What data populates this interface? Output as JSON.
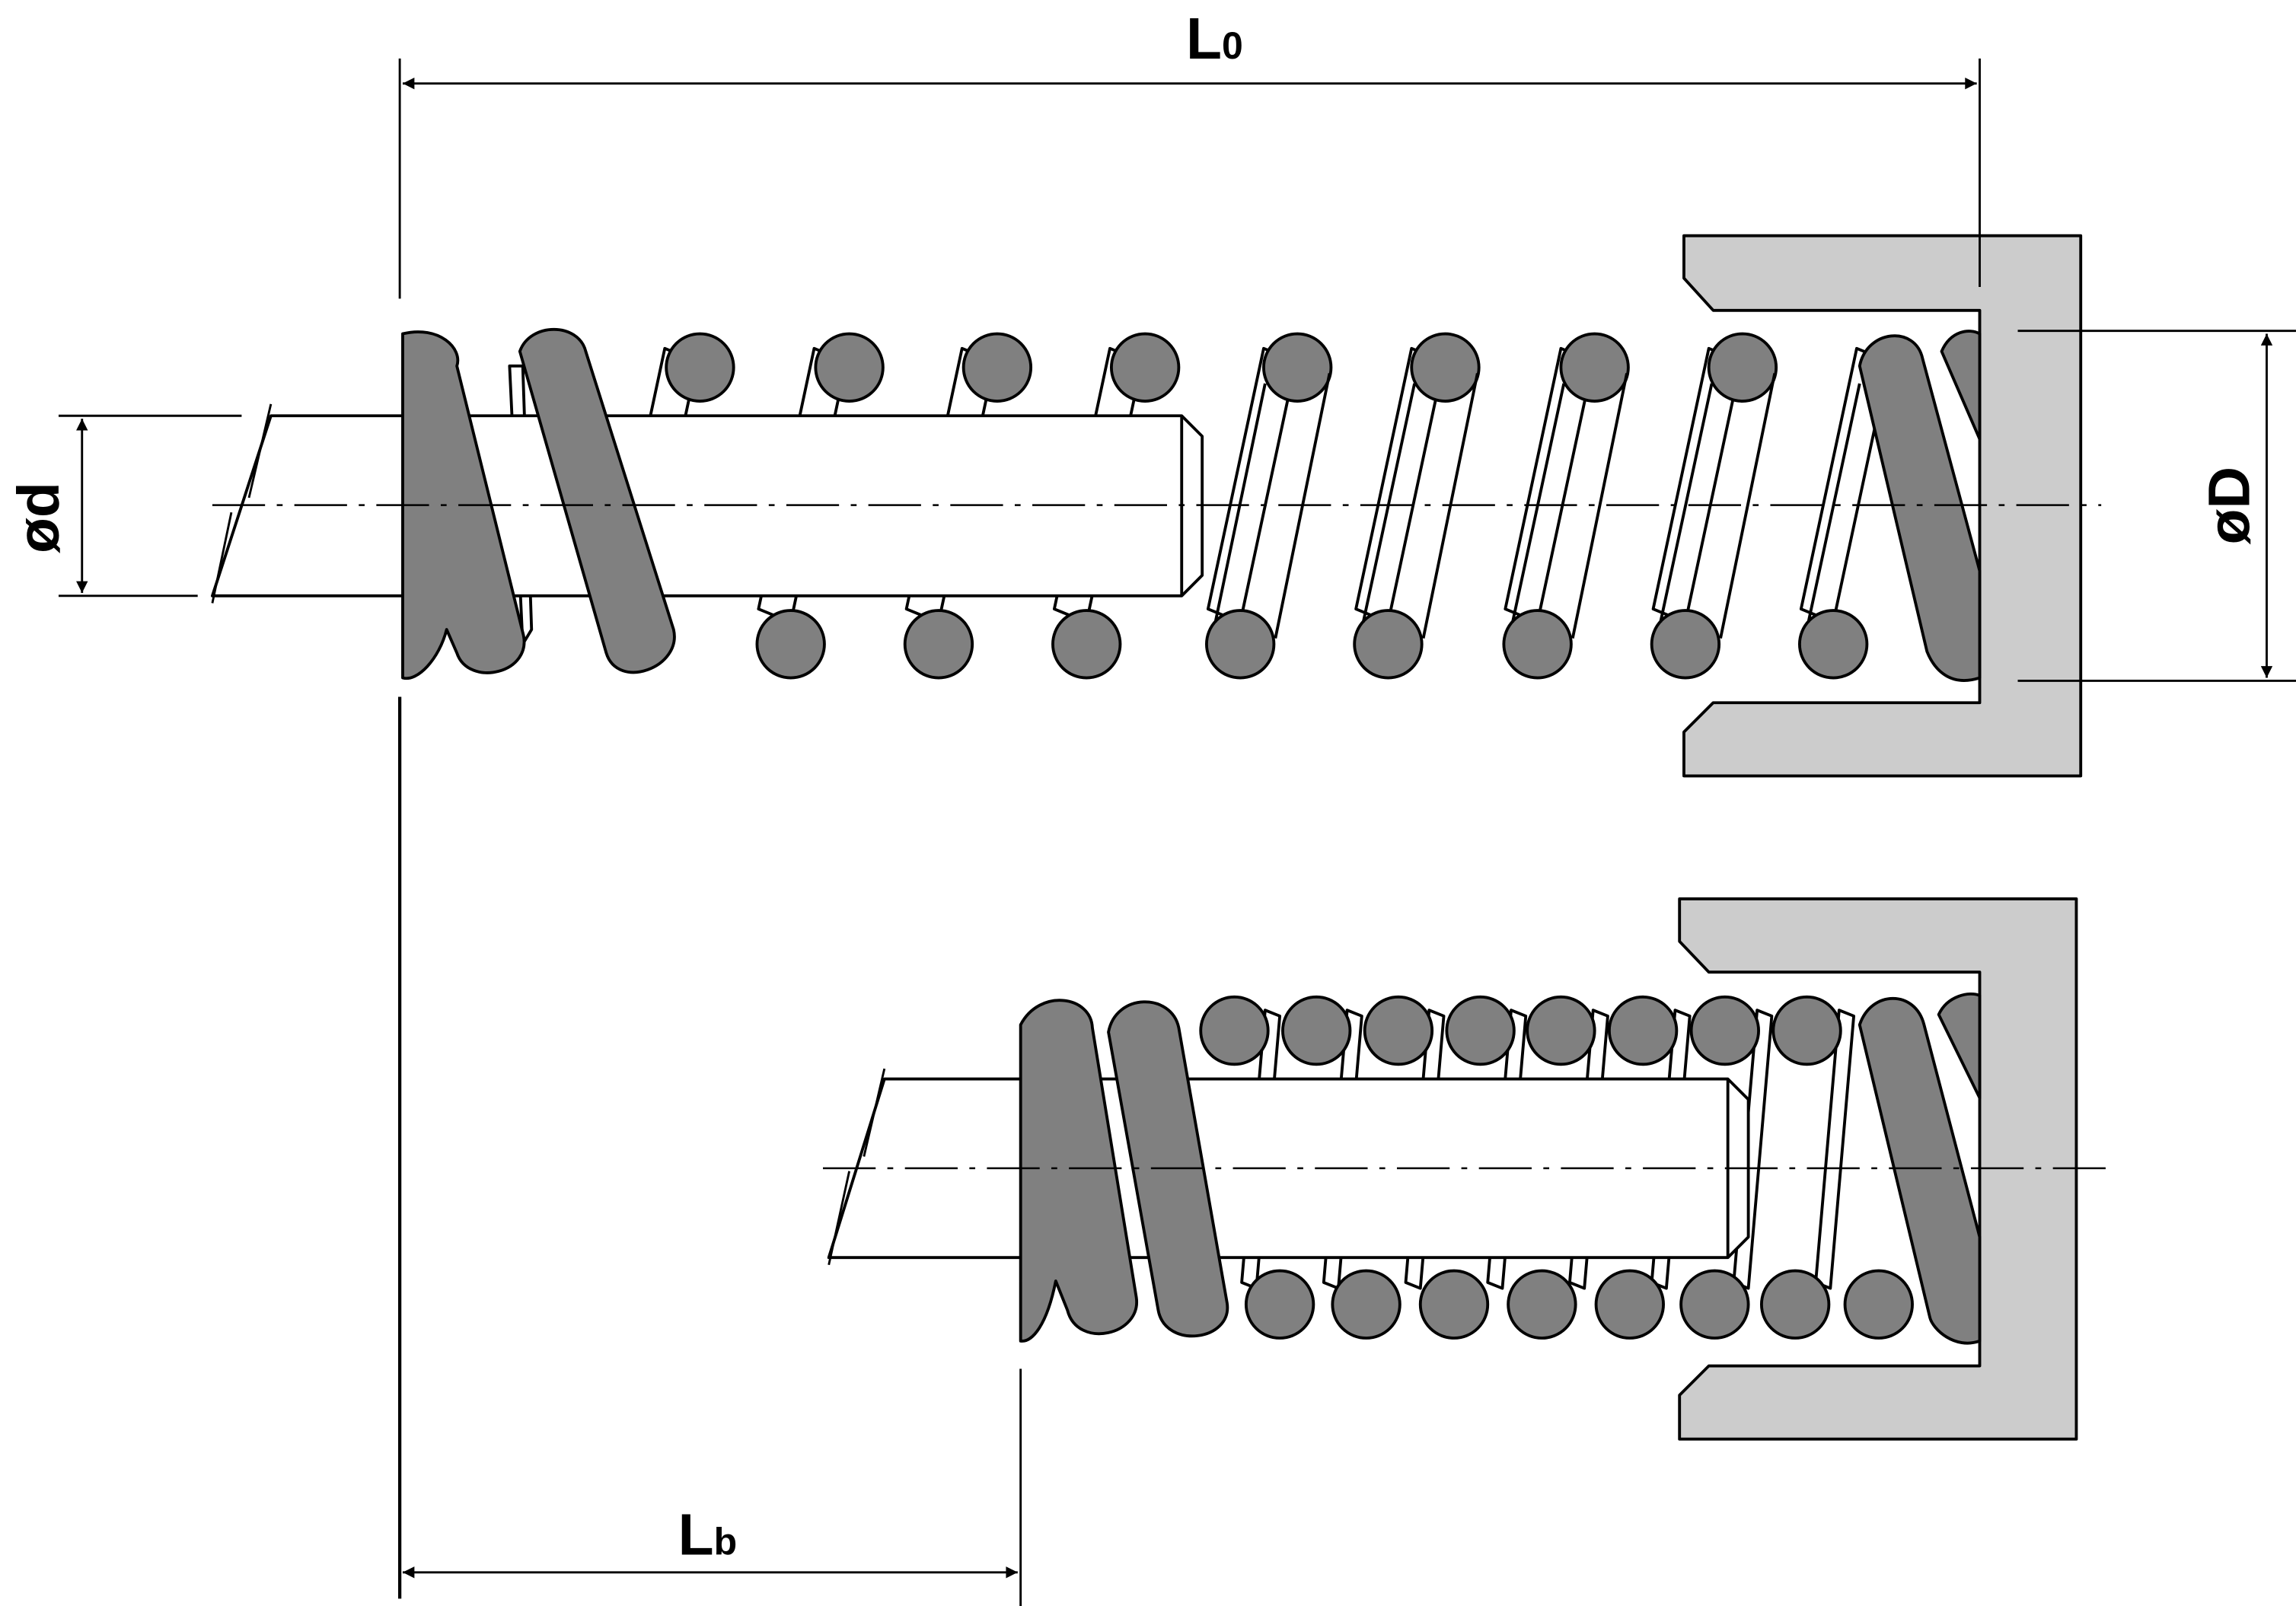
{
  "labels": {
    "free_length_main": "L",
    "free_length_sub": "0",
    "compressed_length_main": "L",
    "compressed_length_sub": "b",
    "rod_diameter": "ød",
    "bore_diameter": "øD"
  },
  "colors": {
    "coil_fill": "#808080",
    "housing_fill": "#cccccc",
    "line": "#000000",
    "background": "#ffffff"
  }
}
